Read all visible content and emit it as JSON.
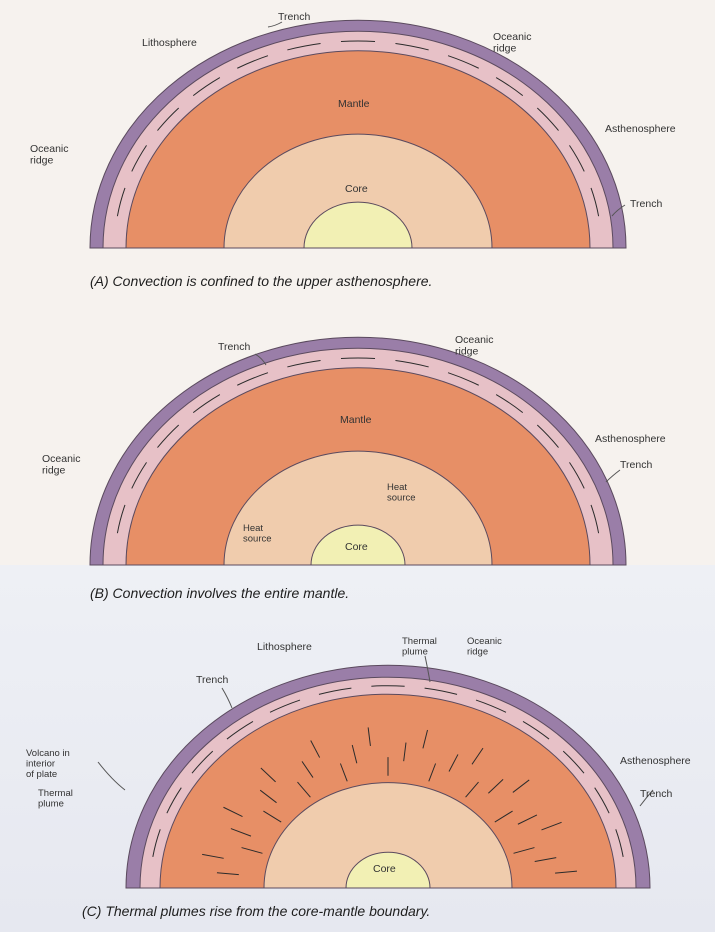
{
  "panels": [
    {
      "caption": "(A)  Convection is confined to the upper asthenosphere.",
      "labels": {
        "trench": "Trench",
        "lithosphere": "Lithosphere",
        "oceanic_ridge_right": "Oceanic\nridge",
        "mantle": "Mantle",
        "oceanic_ridge_left": "Oceanic\nridge",
        "asthenosphere": "Asthenosphere",
        "core": "Core",
        "trench_right": "Trench"
      }
    },
    {
      "caption": "(B)  Convection involves the entire mantle.",
      "labels": {
        "trench": "Trench",
        "oceanic_ridge_right": "Oceanic\nridge",
        "mantle": "Mantle",
        "asthenosphere": "Asthenosphere",
        "oceanic_ridge_left": "Oceanic\nridge",
        "trench_right": "Trench",
        "heat_source_right": "Heat\nsource",
        "heat_source_left": "Heat\nsource",
        "core": "Core"
      }
    },
    {
      "caption": "(C)  Thermal plumes rise from the core-mantle boundary.",
      "labels": {
        "lithosphere": "Lithosphere",
        "thermal_plume_top": "Thermal\nplume",
        "oceanic_ridge": "Oceanic\nridge",
        "trench": "Trench",
        "volcano": "Volcano in\ninterior\nof plate",
        "thermal_plume_left": "Thermal\nplume",
        "asthenosphere": "Asthenosphere",
        "trench_right": "Trench",
        "core": "Core"
      }
    }
  ],
  "colors": {
    "lithosphere": "#9a7ea8",
    "asthenosphere": "#e7c1c7",
    "mantle": "#e78f66",
    "outer_core": "#f0ccad",
    "inner_core": "#f2f0b4",
    "arrows": "#2b2b2b"
  }
}
